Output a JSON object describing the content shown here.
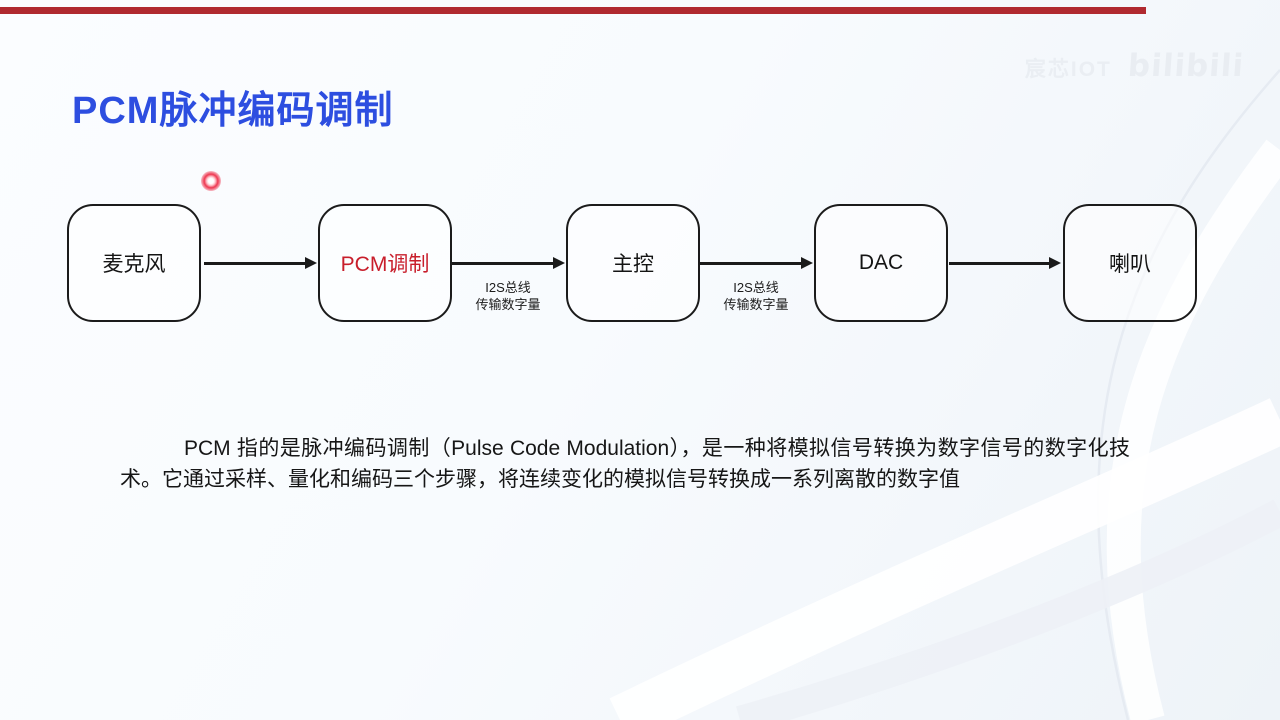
{
  "header": {
    "title": "PCM脉冲编码调制"
  },
  "watermark": {
    "brand": "宸芯IOT",
    "platform": "bilibili"
  },
  "diagram": {
    "nodes": [
      {
        "id": "microphone",
        "label": "麦克风"
      },
      {
        "id": "pcm-modulation",
        "label": "PCM调制"
      },
      {
        "id": "main-controller",
        "label": "主控"
      },
      {
        "id": "dac",
        "label": "DAC"
      },
      {
        "id": "speaker",
        "label": "喇叭"
      }
    ],
    "edges": [
      {
        "from": "microphone",
        "to": "pcm-modulation"
      },
      {
        "from": "pcm-modulation",
        "to": "main-controller",
        "label_line1": "I2S总线",
        "label_line2": "传输数字量"
      },
      {
        "from": "main-controller",
        "to": "dac",
        "label_line1": "I2S总线",
        "label_line2": "传输数字量"
      },
      {
        "from": "dac",
        "to": "speaker"
      }
    ]
  },
  "body_text": {
    "paragraph": "PCM 指的是脉冲编码调制（Pulse Code Modulation），是一种将模拟信号转换为数字信号的数字化技术。它通过采样、量化和编码三个步骤，将连续变化的模拟信号转换成一系列离散的数字值"
  },
  "colors": {
    "title_blue": "#2d4ee0",
    "highlight_red": "#c81e2b",
    "top_bar_red": "#b02a30",
    "node_border": "#1b1b1b"
  }
}
